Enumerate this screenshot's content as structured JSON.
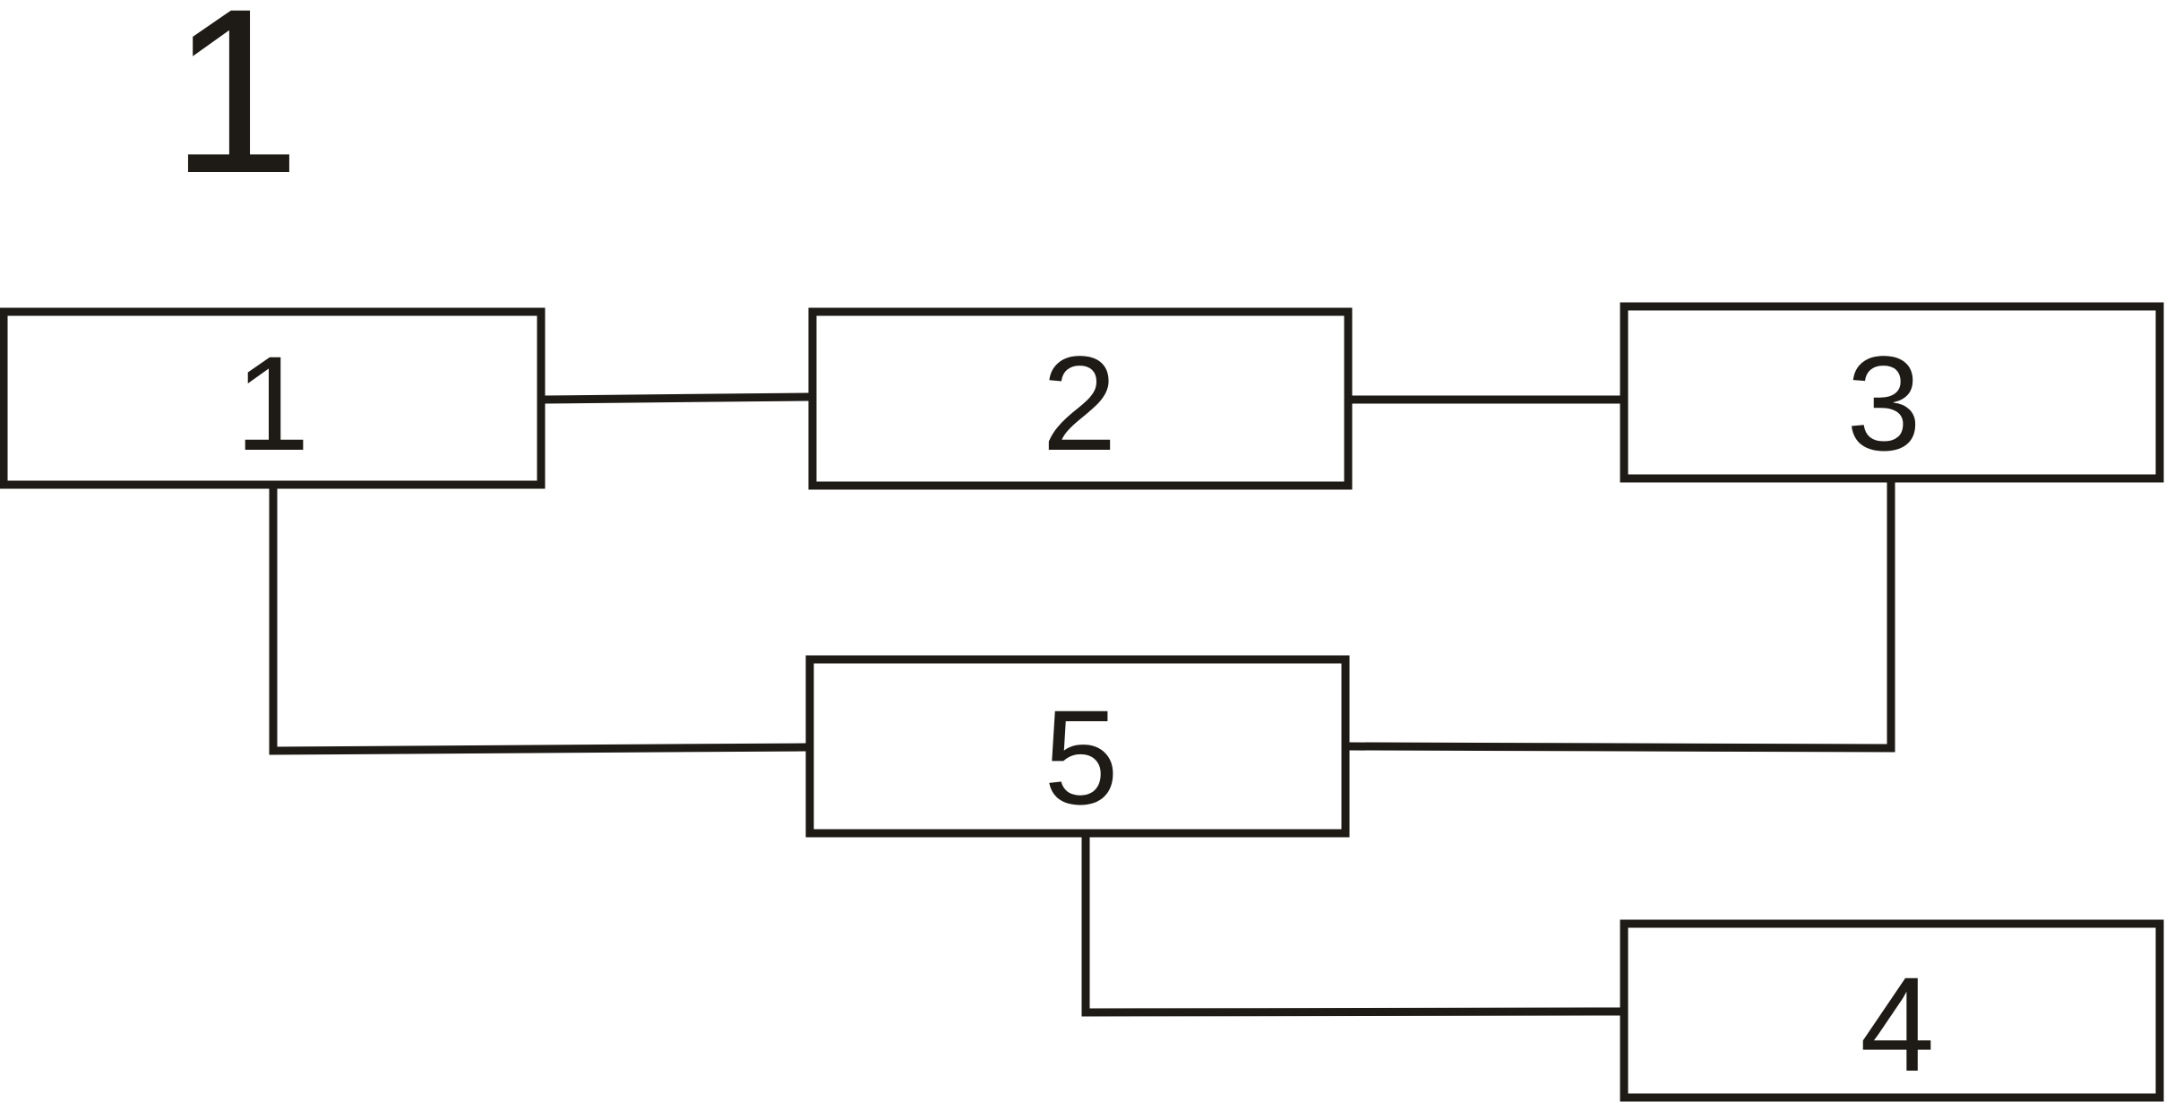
{
  "figure": {
    "number": "1"
  },
  "blocks": [
    {
      "id": "1",
      "label": "1"
    },
    {
      "id": "2",
      "label": "2"
    },
    {
      "id": "3",
      "label": "3"
    },
    {
      "id": "4",
      "label": "4"
    },
    {
      "id": "5",
      "label": "5"
    }
  ],
  "connections": [
    {
      "from": "1",
      "to": "2"
    },
    {
      "from": "2",
      "to": "3"
    },
    {
      "from": "1",
      "to": "5"
    },
    {
      "from": "3",
      "to": "5"
    },
    {
      "from": "5",
      "to": "4"
    }
  ],
  "colors": {
    "stroke": "#1e1a16",
    "background": "#ffffff"
  }
}
